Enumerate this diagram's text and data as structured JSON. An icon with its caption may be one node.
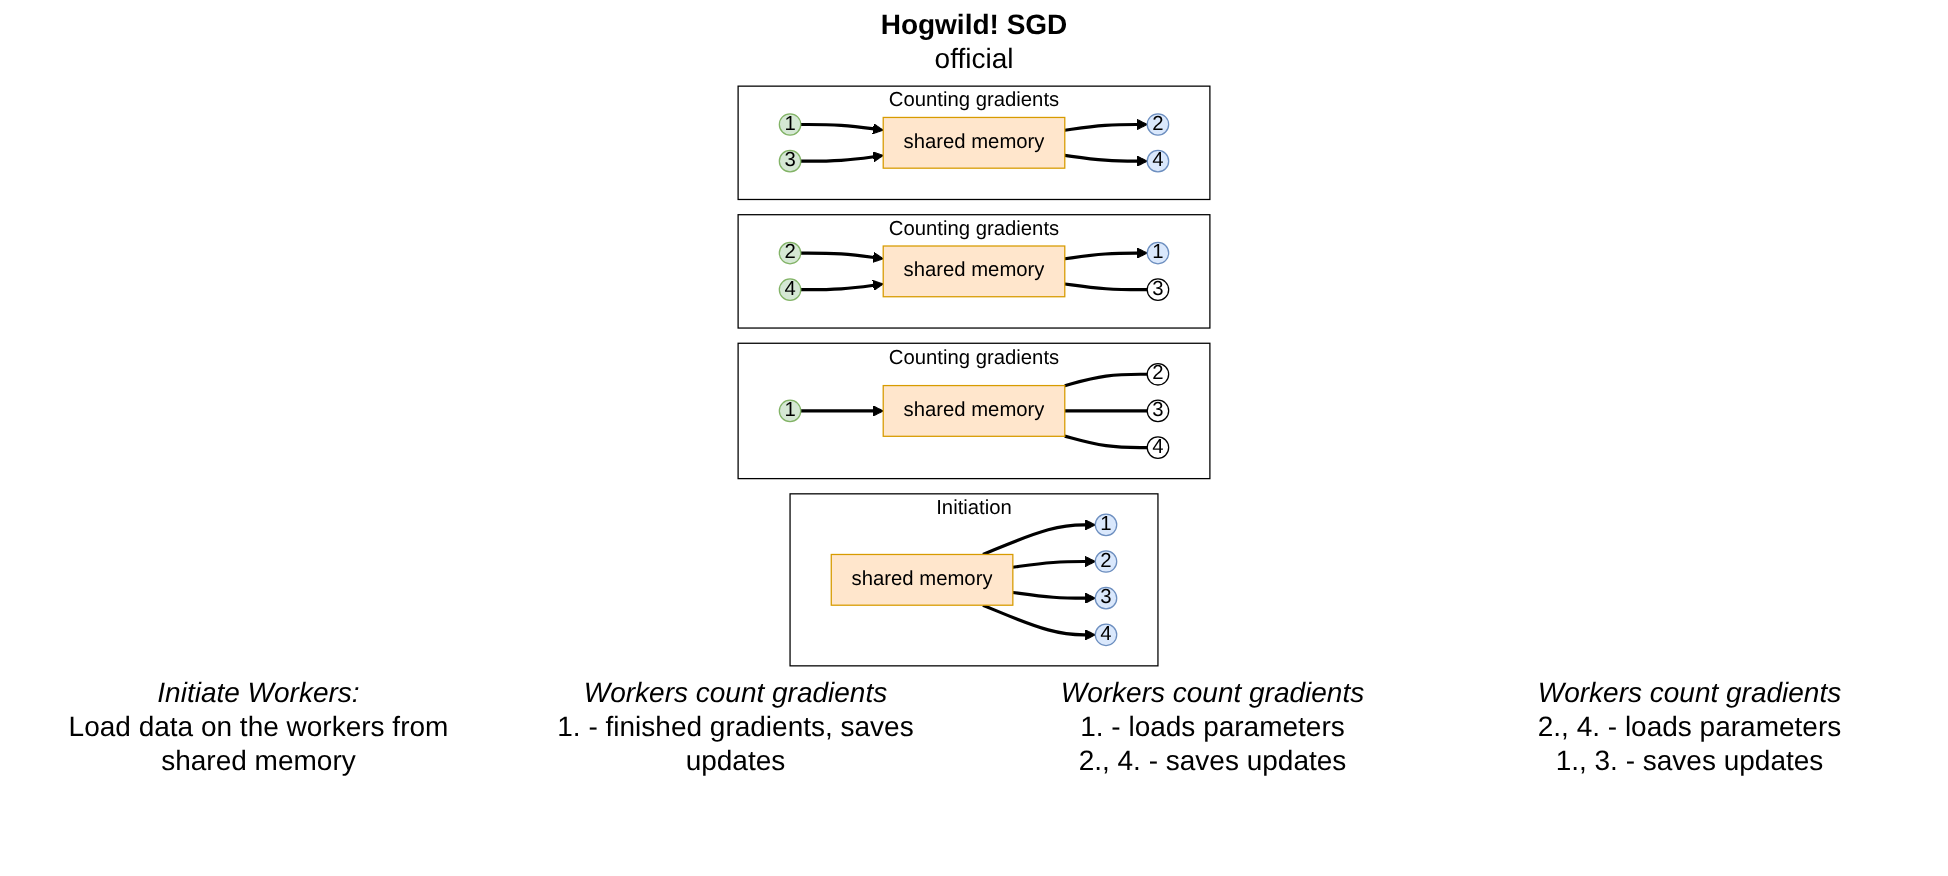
{
  "diagram": {
    "title": "Hogwild! SGD",
    "nodes": [
      {
        "text": [
          "Initiation"
        ]
      },
      {
        "text": [
          "shared memory"
        ],
        "in": 0
      },
      {
        "text": [
          "1"
        ],
        "in": 0
      },
      {
        "text": [
          "2"
        ],
        "in": 0
      },
      {
        "text": [
          "3"
        ],
        "in": 0
      },
      {
        "text": [
          "4"
        ],
        "in": 0
      },
      {
        "text": [
          "Counting gradients"
        ]
      },
      {
        "text": [
          "shared memory"
        ],
        "in": 6
      },
      {
        "text": [
          "1"
        ],
        "in": 6
      },
      {
        "text": [
          "2"
        ],
        "in": 6
      },
      {
        "text": [
          "3"
        ],
        "in": 6
      },
      {
        "text": [
          "4"
        ],
        "in": 6
      },
      {
        "text": [
          "Counting gradients"
        ]
      },
      {
        "text": [
          "shared memory"
        ],
        "in": 12
      },
      {
        "text": [
          "1"
        ],
        "in": 12
      },
      {
        "text": [
          "2"
        ],
        "in": 12
      },
      {
        "text": [
          "3"
        ],
        "in": 12
      },
      {
        "text": [
          "4"
        ],
        "in": 12
      },
      {
        "text": [
          "Counting gradients"
        ]
      },
      {
        "text": [
          "shared memory"
        ],
        "in": 18
      },
      {
        "text": [
          "1"
        ],
        "in": 18
      },
      {
        "text": [
          "2"
        ],
        "in": 18
      },
      {
        "text": [
          "3"
        ],
        "in": 18
      },
      {
        "text": [
          "4"
        ],
        "in": 18
      }
    ],
    "edges": [
      {
        "from": 1,
        "to": 2,
        "arrow": "to"
      },
      {
        "from": 1,
        "to": 3,
        "arrow": "to"
      },
      {
        "from": 1,
        "to": 4,
        "arrow": "to"
      },
      {
        "from": 1,
        "to": 5,
        "arrow": "to"
      },
      {
        "from": 8,
        "to": 7,
        "arrow": "to"
      },
      {
        "from": 7,
        "to": 9,
        "arrow": "none"
      },
      {
        "from": 7,
        "to": 10,
        "arrow": "none"
      },
      {
        "from": 7,
        "to": 11,
        "arrow": "none"
      },
      {
        "from": 13,
        "to": 14,
        "arrow": "to"
      },
      {
        "from": 15,
        "to": 13,
        "arrow": "to"
      },
      {
        "from": 13,
        "to": 16,
        "arrow": "none"
      },
      {
        "from": 17,
        "to": 13,
        "arrow": "to"
      },
      {
        "from": 20,
        "to": 19,
        "arrow": "to"
      },
      {
        "from": 19,
        "to": 21,
        "arrow": "to"
      },
      {
        "from": 22,
        "to": 19,
        "arrow": "to"
      },
      {
        "from": 19,
        "to": 23,
        "arrow": "to"
      }
    ],
    "labels": [
      "official",
      "Initiate Workers:",
      "Load data on the workers from shared memory",
      "Workers count gradients",
      "1. - finished gradients, saves updates",
      "Workers count gradients",
      "1. - loads parameters",
      "2., 4. - saves updates",
      "Workers count gradients",
      "2., 4. - loads parameters",
      "1., 3. - saves updates"
    ]
  }
}
